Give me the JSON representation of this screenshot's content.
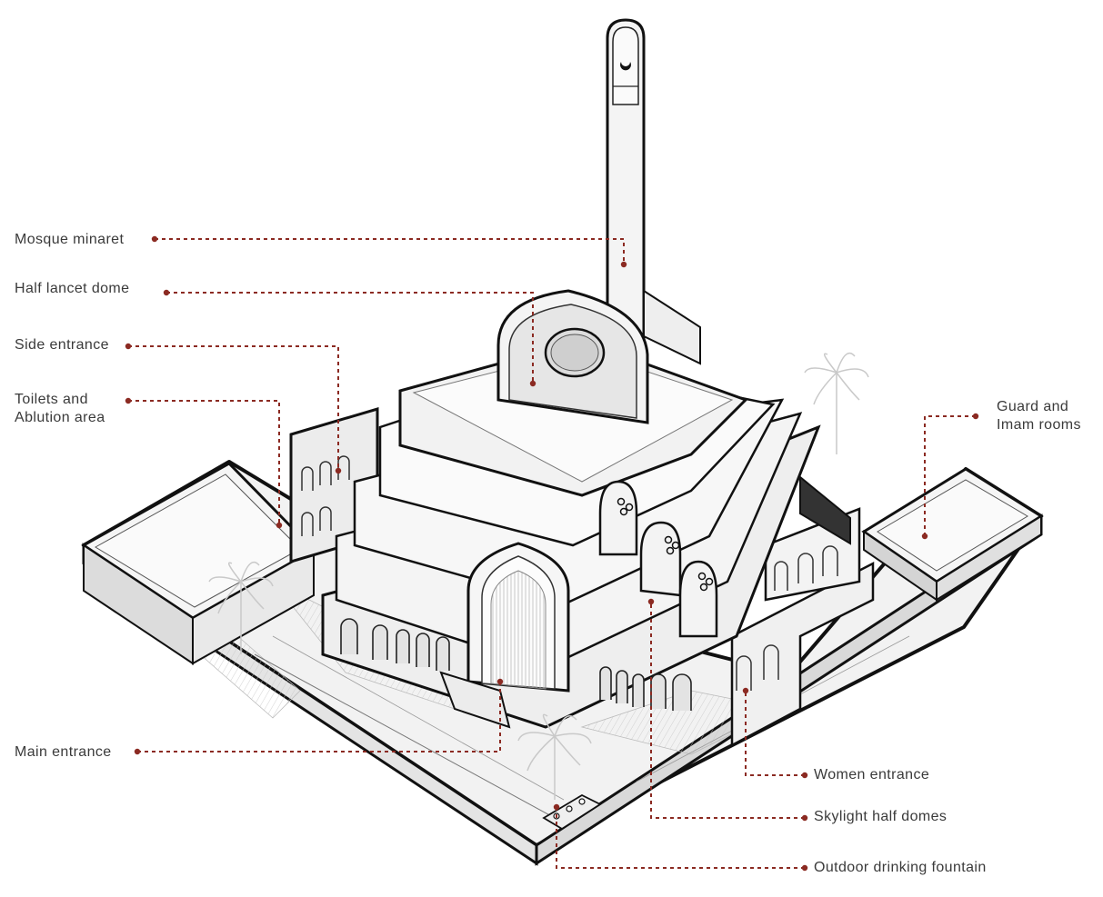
{
  "diagram": {
    "subject": "mosque-axonometric",
    "accent_color": "#8b2a22",
    "line_color": "#111111",
    "labels": {
      "minaret": "Mosque minaret",
      "half_lancet_dome": "Half lancet dome",
      "side_entrance": "Side entrance",
      "toilets_line1": "Toilets and",
      "toilets_line2": "Ablution area",
      "guard_line1": "Guard and",
      "guard_line2": "Imam rooms",
      "main_entrance": "Main entrance",
      "women_entrance": "Women entrance",
      "skylight_half_domes": "Skylight half domes",
      "drinking_fountain": "Outdoor drinking fountain"
    }
  }
}
